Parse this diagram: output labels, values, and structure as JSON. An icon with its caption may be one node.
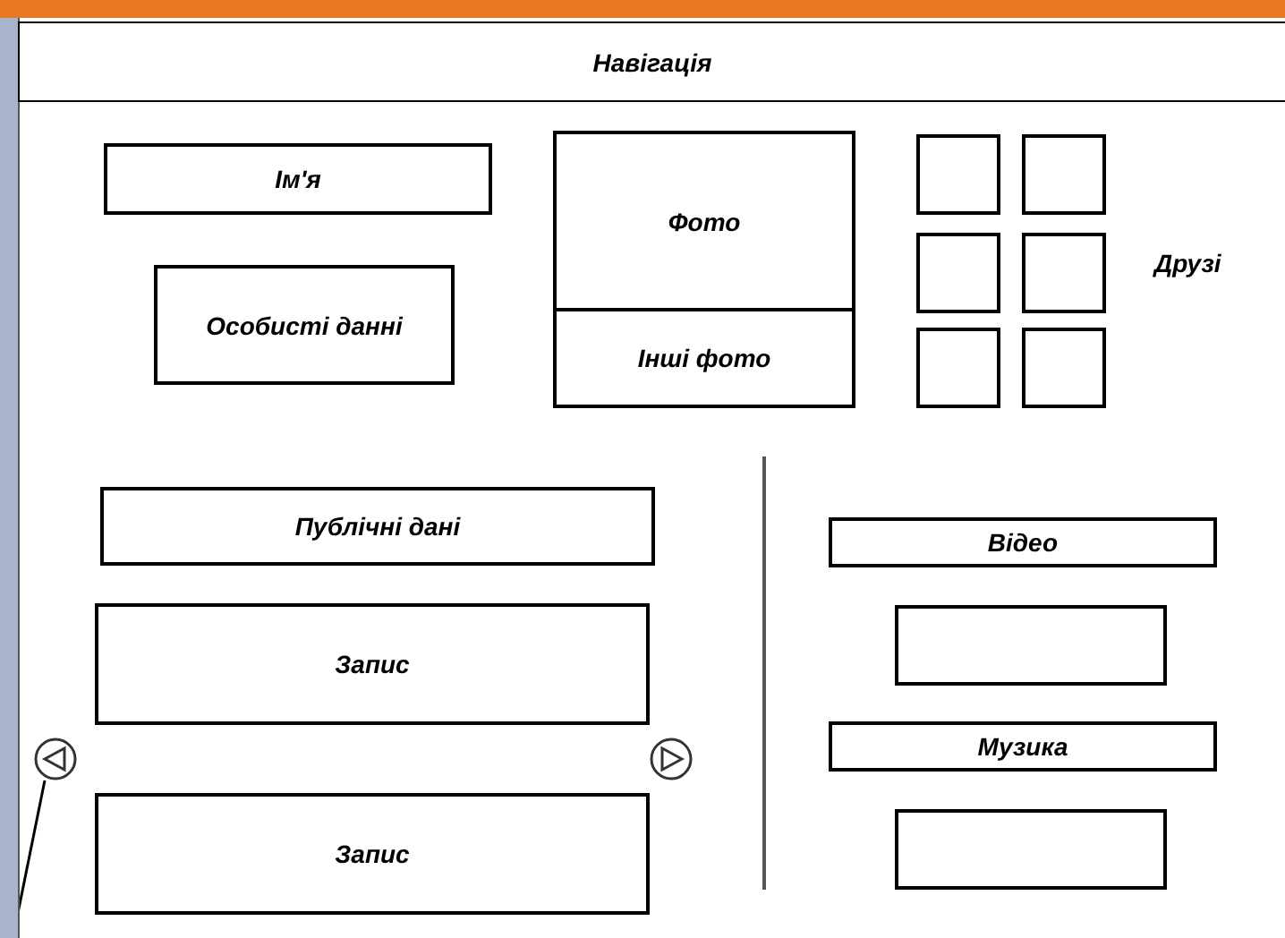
{
  "diagram": {
    "nodes": [
      {
        "text": [
          "Навігація"
        ]
      },
      {
        "text": [
          "Ім'я"
        ]
      },
      {
        "text": [
          "Особисті данні"
        ]
      },
      {
        "text": [
          "Фото"
        ]
      },
      {
        "text": [
          "Інші фото"
        ]
      },
      {
        "text": [],
        "shape": "box"
      },
      {
        "text": [],
        "shape": "box"
      },
      {
        "text": [],
        "shape": "box"
      },
      {
        "text": [],
        "shape": "box"
      },
      {
        "text": [],
        "shape": "box"
      },
      {
        "text": [],
        "shape": "box"
      },
      {
        "text": [
          "Публічні дані"
        ]
      },
      {
        "text": [
          "Запис"
        ]
      },
      {
        "text": [
          "Запис"
        ]
      },
      {
        "text": [
          "Відео"
        ]
      },
      {
        "text": [],
        "shape": "box"
      },
      {
        "text": [
          "Музика"
        ]
      },
      {
        "text": [],
        "shape": "box"
      }
    ],
    "labels": [
      "Друзі"
    ]
  }
}
